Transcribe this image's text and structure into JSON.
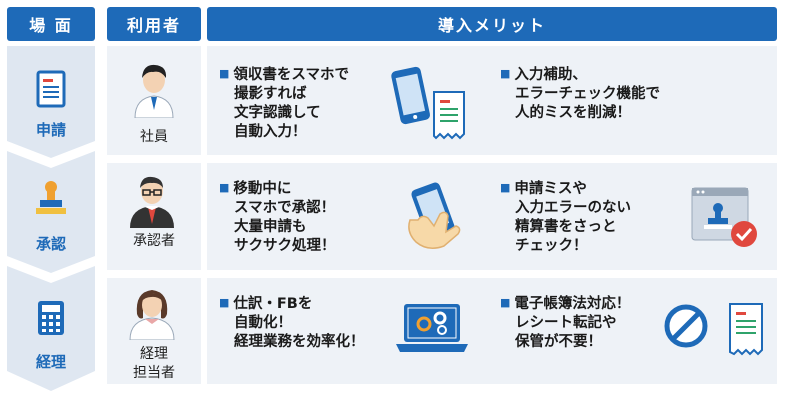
{
  "headers": {
    "scene": "場 面",
    "user": "利用者",
    "merit": "導入メリット"
  },
  "rows": [
    {
      "stage": "申請",
      "stage_icon": "document-icon",
      "user": "社員",
      "benefit_left": [
        "領収書をスマホで",
        "撮影すれば",
        "文字認識して",
        "自動入力！"
      ],
      "benefit_right": [
        "入力補助、",
        "エラーチェック機能で",
        "人的ミスを削減！"
      ]
    },
    {
      "stage": "承認",
      "stage_icon": "stamp-icon",
      "user": "承認者",
      "benefit_left": [
        "移動中に",
        "スマホで承認！",
        "大量申請も",
        "サクサク処理！"
      ],
      "benefit_right": [
        "申請ミスや",
        "入力エラーのない",
        "精算書をさっと",
        "チェック！"
      ]
    },
    {
      "stage": "経理",
      "stage_icon": "calculator-icon",
      "user": "経理\n担当者",
      "benefit_left": [
        "仕訳・FBを",
        "自動化！",
        "経理業務を効率化！"
      ],
      "benefit_right": [
        "電子帳簿法対応！",
        "レシート転記や",
        "保管が不要！"
      ]
    }
  ],
  "colors": {
    "primary": "#1e6ab8",
    "row_bg": "#eef2f7",
    "chevron": "#dfe7f1",
    "accent_red": "#e0483e",
    "accent_green": "#2fa36b",
    "icon_orange": "#f0a030"
  }
}
